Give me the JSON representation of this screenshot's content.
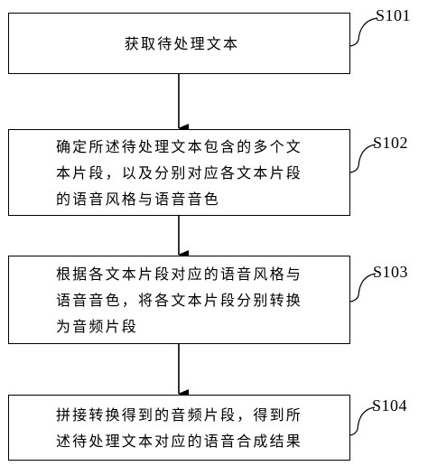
{
  "steps": [
    {
      "id": "S101",
      "text": "获取待处理文本"
    },
    {
      "id": "S102",
      "text": "确定所述待处理文本包含的多个文\n本片段，以及分别对应各文本片段\n的语音风格与语音音色"
    },
    {
      "id": "S103",
      "text": "根据各文本片段对应的语音风格与\n语音音色，将各文本片段分别转换\n为音频片段"
    },
    {
      "id": "S104",
      "text": "拼接转换得到的音频片段，得到所\n述待处理文本对应的语音合成结果"
    }
  ]
}
